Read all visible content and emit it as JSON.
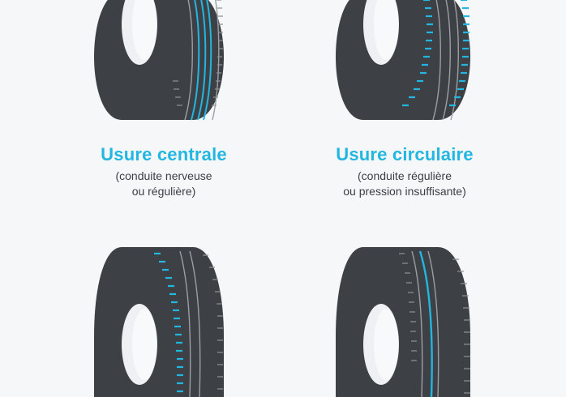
{
  "colors": {
    "accent": "#22b6e0",
    "tire": "#3d4145",
    "rim": "#eef0f3",
    "groove": "#9aa0a6"
  },
  "panels": [
    {
      "title": "Usure centrale",
      "subtitle": "(conduite nerveuse\nou régulière)",
      "wear": "central"
    },
    {
      "title": "Usure circulaire",
      "subtitle": "(conduite régulière\nou pression insuffisante)",
      "wear": "circular"
    },
    {
      "title": "",
      "subtitle": "",
      "wear": "edge"
    },
    {
      "title": "",
      "subtitle": "",
      "wear": "groove"
    }
  ]
}
